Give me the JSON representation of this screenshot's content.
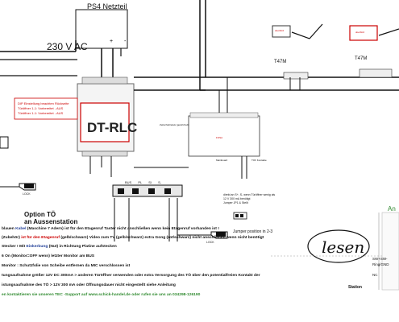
{
  "title": "PS4 Netzteil",
  "voltage": "230 V AC",
  "module": "DT-RLC",
  "module_note": "DIP Einstellung beachten Rückseite Türöffner 1-1: Vorbereitet - AUS Türöffner 1-1: Vorbereitet - AUS",
  "monitors": [
    "T47M",
    "T47M"
  ],
  "monitor_tag": "doorbird",
  "board_labels": {
    "left": "Zeitschaltrelais (gestrichelt)",
    "center": "FOSA",
    "bottom": "Mainboard",
    "right": "TOF Kontakte"
  },
  "option": [
    "Option TÖ",
    "an Aussenstation"
  ],
  "lock": "LOCK",
  "pins": [
    "BUS",
    "PL",
    "SI",
    "S-"
  ],
  "jumper_text": [
    "direkt an S+, S- wenn Türöffner wenig als",
    "12 V 300 mA benötigt",
    "Jumper JP1 & Stellt"
  ],
  "jumper_position": "Jumper position in 2-3",
  "lesen": "lesen",
  "notes": [
    {
      "prefix": "blauen ",
      "colored": "Kabel",
      "rest": " (Maschine 7 Adern) ist für den Etagenruf Taster nicht anschließen wenn kein Etagenruf vorhanden ist !"
    },
    {
      "prefix": "(Zubehör) ",
      "colored": "ist für den Etagenruf",
      "rest": " (gelb/schwarz) Video zum TV (gelb/schwarz) extra Gong (rot/schwarz) nicht anschließen wenn nicht benötigt"
    },
    {
      "prefix": "Stecker ! Mit ",
      "colored": "Einkerbung",
      "rest": " (Nut) in Richtung Platine aufstecken"
    },
    {
      "prefix": "6 On ",
      "colored": "",
      "rest": "(Monitor=OFF wenn) letzter Monitor am BUS"
    },
    {
      "prefix": "Monitor : ",
      "colored": "",
      "rest": "Schutzfolie von Scheibe entfernen da MIC verschlossen ist"
    },
    {
      "prefix": "tungsaufnahme größer 12V DC 300mA > anderen Türöffner verwenden oder extra Versorgung des TÖ über den potentialfreien Kontakt der",
      "colored": "",
      "rest": ""
    },
    {
      "prefix": "istungsaufnahme des TÖ > 12V 300 mA oder Öffnungsdauer nicht eingestellt siehe Anleitung",
      "colored": "",
      "rest": ""
    },
    {
      "prefix": "en kontaktieren sie unseren TEC -Support auf www.schick-handel.de oder rufen sie uns an 034298-126190",
      "colored": "",
      "rest": ""
    }
  ],
  "station": "Station",
  "right_header": "An",
  "right_pins": [
    "SW+SW-",
    "Ring/GND",
    "NC"
  ]
}
